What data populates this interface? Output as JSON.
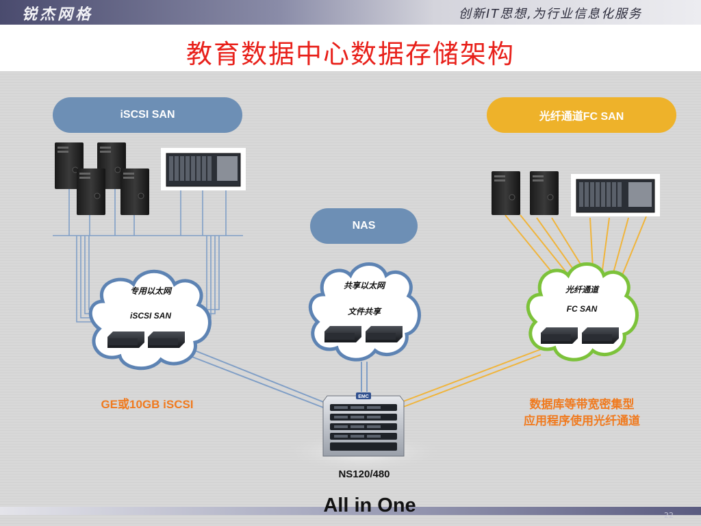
{
  "header": {
    "brand": "锐杰网格",
    "slogan": "创新IT思想,为行业信息化服务",
    "title": "教育数据中心数据存储架构"
  },
  "sections": {
    "iscsi_pill": "iSCSI SAN",
    "nas_pill": "NAS",
    "fc_pill": "光纤通道FC SAN"
  },
  "clouds": {
    "iscsi": {
      "line1": "专用以太网",
      "line2": "iSCSI SAN"
    },
    "nas": {
      "line1": "共享以太网",
      "line2": "文件共享"
    },
    "fc": {
      "line1": "光纤通道",
      "line2": "FC SAN"
    }
  },
  "notes": {
    "left": "GE或10GB iSCSI",
    "right_line1": "数据库等带宽密集型",
    "right_line2": "应用程序使用光纤通道"
  },
  "storage": {
    "model": "NS120/480",
    "brand_badge": "EMC",
    "tagline": "All in One"
  },
  "footer": {
    "page": "22"
  },
  "colors": {
    "title": "#e8201a",
    "pill_blue": "#6d8fb5",
    "pill_yellow": "#eeb22a",
    "cloud_blue": "#5d83b3",
    "cloud_green": "#7cc23a",
    "accent_orange": "#f07a1e",
    "fc_line": "#f0b43a",
    "eth_line": "#7f9ec6"
  }
}
